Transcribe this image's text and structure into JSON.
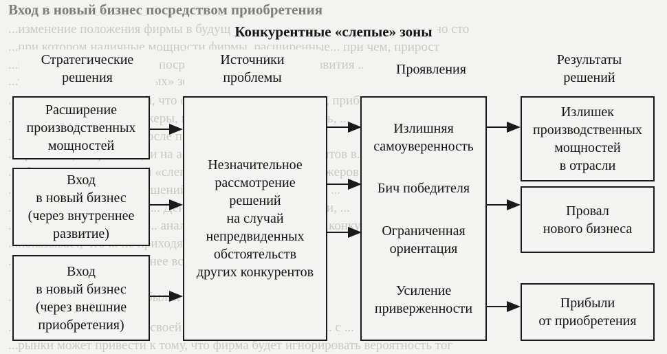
{
  "background": {
    "heading": "Вход в новый бизнес посредством приобретения",
    "lines": [
      "...изменение положения фирмы в будущем в бизнесе, непосредственно обычно сто",
      "...при котором наличные мощности фирмы, расширенные... при чем, прирост",
      "...по входу в новый бизнес посредством внутреннего развития ... нового бизнеса",
      "...так же не минуют «слепых» зон;",
      "...получение предприятий, что отражено на этом рисунке, прибыль",
      "...ошибки, многие менеджеры, имеющие самоуверенность, ...",
      "...достигаемы, намного после приобретения; ...",
      "...организации ориентации на анализ поведения конкурентов в...",
      "...обычно отстают от этой «слепой» ... ориентации менеджеров",
      "...зоны стратегических решений ... поступления ... неудач ...",
      "...сравнительных затрат и... Действительно, в организации, ...",
      "...обычно не обращается ... анализ ... которая нападает на конкурентов ...",
      "...показывает, что ... не приходят к ... рискованным ... ",
      "...что оба подхода, вероятнее всего, приносят...",
      "... предпочтение при прибылях на будущее бизнеса, ...",
      "...через фирму по поводу своей способности принимать ... с ...",
      "...рынки может привести к тому, что фирма будет игнорировать вероятность тог"
    ]
  },
  "title": "Конкурентные «слепые» зоны",
  "columns": {
    "strategic": "Стратегические\nрешения",
    "sources": "Источники\nпроблемы",
    "manifestations": "Проявления",
    "results": "Результаты\nрешений"
  },
  "strategic_boxes": [
    "Расширение\nпроизводственных\nмощностей",
    "Вход\nв новый бизнес\n(через внутреннее\nразвитие)",
    "Вход\nв новый бизнес\n(через внешние\nприобретения)"
  ],
  "source_box": "Незначительное\nрассмотрение\nрешений\nна случай\nнепредвиденных\nобстоятельств\nдругих конкурентов",
  "manifestation_items": [
    "Излишняя\nсамоуверенность",
    "Бич победителя",
    "Ограниченная\nориентация",
    "Усиление\nприверженности"
  ],
  "result_boxes": [
    "Излишек\nпроизводственных\nмощностей\nв отрасли",
    "Провал\nнового бизнеса",
    "Прибыли\nот приобретения"
  ]
}
